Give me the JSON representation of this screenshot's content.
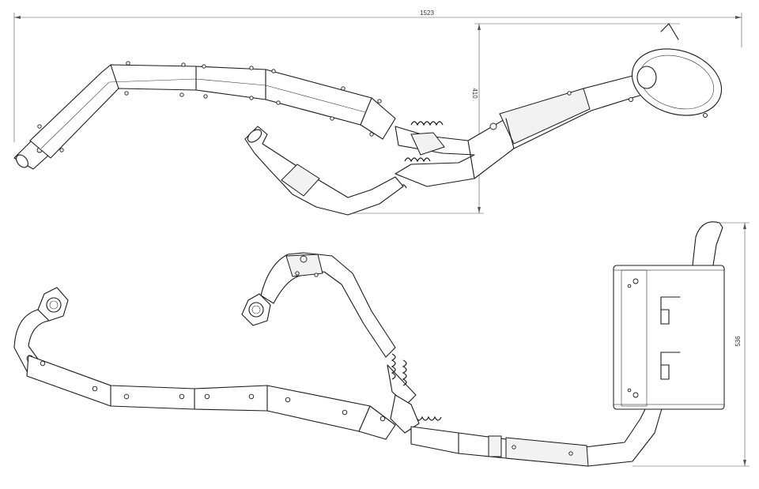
{
  "dimensions": {
    "top_width": "1523",
    "top_height": "410",
    "muffler_height": "536"
  }
}
